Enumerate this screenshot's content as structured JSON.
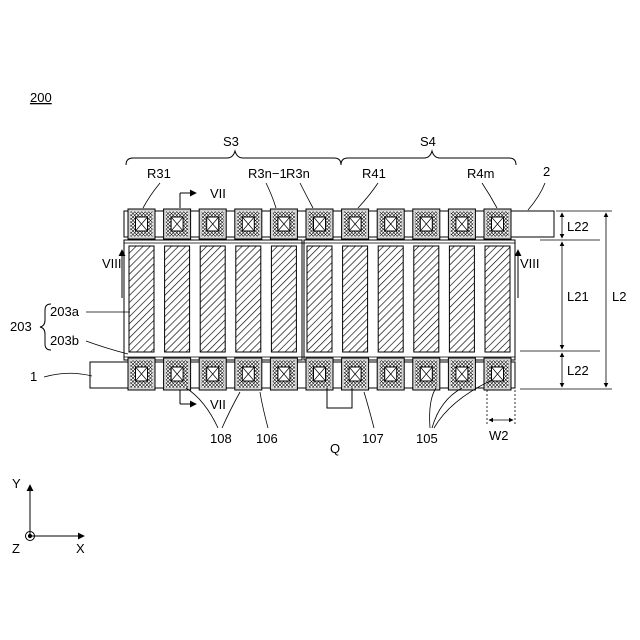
{
  "figure_id": "200",
  "groups": {
    "s3": "S3",
    "s4": "S4"
  },
  "rows": {
    "r31": "R31",
    "r3n1": "R3n−1",
    "r3n": "R3n",
    "r41": "R41",
    "r4m": "R4m"
  },
  "refs": {
    "ref_2": "2",
    "ref_1": "1",
    "ref_203": "203",
    "ref_203a": "203a",
    "ref_203b": "203b",
    "ref_108": "108",
    "ref_106": "106",
    "ref_q": "Q",
    "ref_107": "107",
    "ref_105": "105"
  },
  "sections": {
    "vii_top": "VII",
    "vii_bottom": "VII",
    "viii_left": "VIII",
    "viii_right": "VIII"
  },
  "dims": {
    "l22_top": "L22",
    "l21": "L21",
    "l22_bottom": "L22",
    "l2": "L2",
    "w2": "W2"
  },
  "axes": {
    "y": "Y",
    "z": "Z",
    "x": "X"
  },
  "colors": {
    "line": "#000000",
    "cell_fill": "#c8c8c8",
    "background": "#ffffff"
  }
}
